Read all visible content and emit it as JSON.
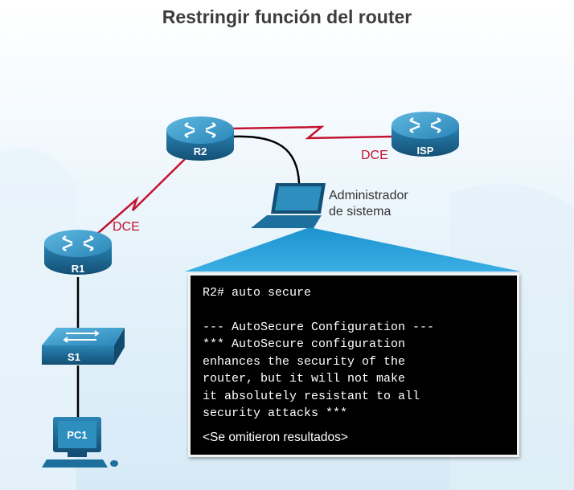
{
  "title": "Restringir función del router",
  "devices": {
    "r1": "R1",
    "r2": "R2",
    "isp": "ISP",
    "s1": "S1",
    "pc1": "PC1"
  },
  "links": {
    "dce_r1": "DCE",
    "dce_isp": "DCE"
  },
  "admin_label": {
    "line1": "Administrador",
    "line2": "de sistema"
  },
  "terminal": {
    "command": "R2# auto secure",
    "body": "--- AutoSecure Configuration ---\n*** AutoSecure configuration\nenhances the security of the\nrouter, but it will not make\nit absolutely resistant to all\nsecurity attacks ***",
    "note": "<Se omitieron resultados>"
  },
  "colors": {
    "device_top": "#2e8fbf",
    "device_body": "#1a6e9c",
    "serial_link": "#c4122f",
    "terminal_bg": "#000000"
  }
}
